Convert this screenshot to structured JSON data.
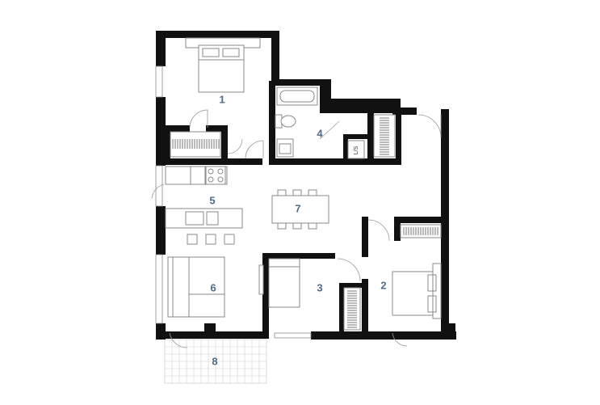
{
  "floorplan": {
    "rooms": [
      {
        "id": "bedroom-1",
        "label": "1"
      },
      {
        "id": "bedroom-2",
        "label": "2"
      },
      {
        "id": "bedroom-3",
        "label": "3"
      },
      {
        "id": "bathroom",
        "label": "4"
      },
      {
        "id": "kitchen",
        "label": "5"
      },
      {
        "id": "living",
        "label": "6"
      },
      {
        "id": "dining",
        "label": "7"
      },
      {
        "id": "balcony",
        "label": "8"
      }
    ],
    "laundry_label": "L/S"
  },
  "colors": {
    "wall": "#111111",
    "label": "#4f6b8a",
    "fixture": "#8a8a8a",
    "balcony_grid": "#c9d6cf"
  }
}
